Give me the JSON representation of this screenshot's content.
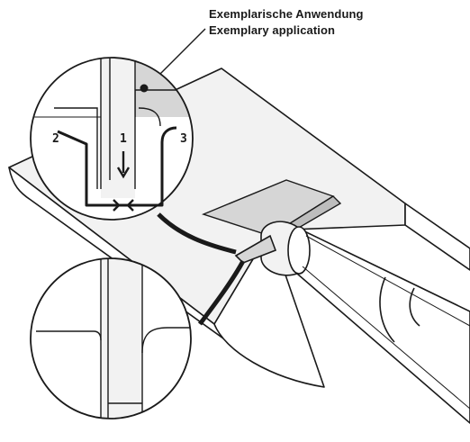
{
  "caption": {
    "line1": "Exemplarische Anwendung",
    "line2": "Exemplary application"
  },
  "callouts": {
    "step1": "1",
    "step2": "2",
    "step3": "3"
  },
  "colors": {
    "outline": "#1a1a1a",
    "surface": "#f2f2f2",
    "shade": "#d6d6d6",
    "deep_shade": "#bdbdbd"
  }
}
